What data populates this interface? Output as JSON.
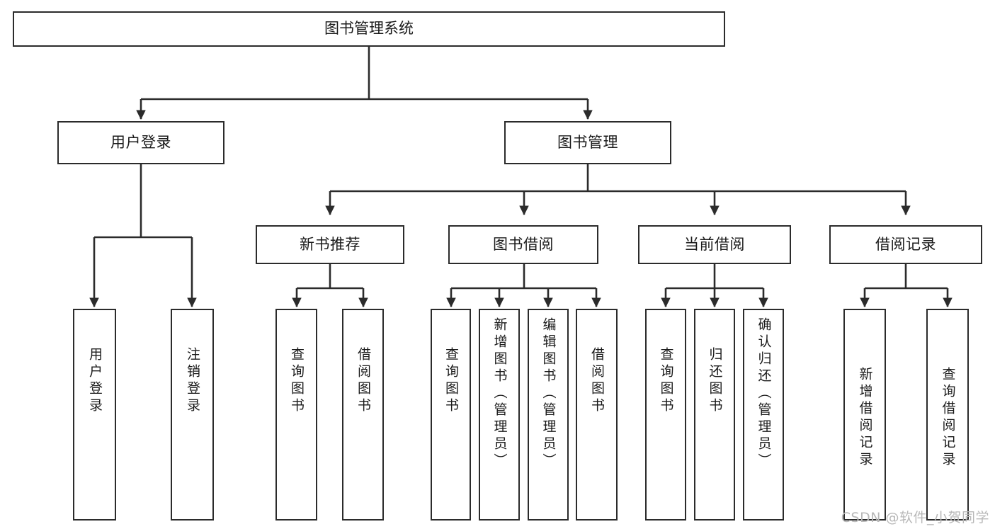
{
  "diagram": {
    "type": "tree",
    "title": "图书管理系统",
    "watermark": "CSDN @软件_小贺同学",
    "colors": {
      "stroke": "#2b2b2b",
      "fill": "#ffffff",
      "text": "#1a1a1a",
      "watermark": "#b8b8b8"
    },
    "nodes": {
      "root": {
        "label": "图书管理系统"
      },
      "level2": [
        {
          "id": "user-login",
          "label": "用户登录"
        },
        {
          "id": "book-manage",
          "label": "图书管理"
        }
      ],
      "level3": [
        {
          "id": "new-book-rec",
          "label": "新书推荐"
        },
        {
          "id": "book-borrow",
          "label": "图书借阅"
        },
        {
          "id": "current-borrow",
          "label": "当前借阅"
        },
        {
          "id": "borrow-record",
          "label": "借阅记录"
        }
      ],
      "leaves": {
        "user_login": [
          {
            "id": "leaf-user-login",
            "label": "用户登录"
          },
          {
            "id": "leaf-logout-login",
            "label": "注销登录"
          }
        ],
        "new_book_rec": [
          {
            "id": "leaf-query-book-1",
            "label": "查询图书"
          },
          {
            "id": "leaf-borrow-book-1",
            "label": "借阅图书"
          }
        ],
        "book_borrow": [
          {
            "id": "leaf-query-book-2",
            "label": "查询图书"
          },
          {
            "id": "leaf-add-book",
            "label": "新增图书（管理员）"
          },
          {
            "id": "leaf-edit-book",
            "label": "编辑图书（管理员）"
          },
          {
            "id": "leaf-borrow-book-2",
            "label": "借阅图书"
          }
        ],
        "current_borrow": [
          {
            "id": "leaf-query-book-3",
            "label": "查询图书"
          },
          {
            "id": "leaf-return-book",
            "label": "归还图书"
          },
          {
            "id": "leaf-confirm-return",
            "label": "确认归还（管理员）"
          }
        ],
        "borrow_record": [
          {
            "id": "leaf-add-record",
            "label": "新增借阅记录"
          },
          {
            "id": "leaf-query-record",
            "label": "查询借阅记录"
          }
        ]
      }
    }
  }
}
